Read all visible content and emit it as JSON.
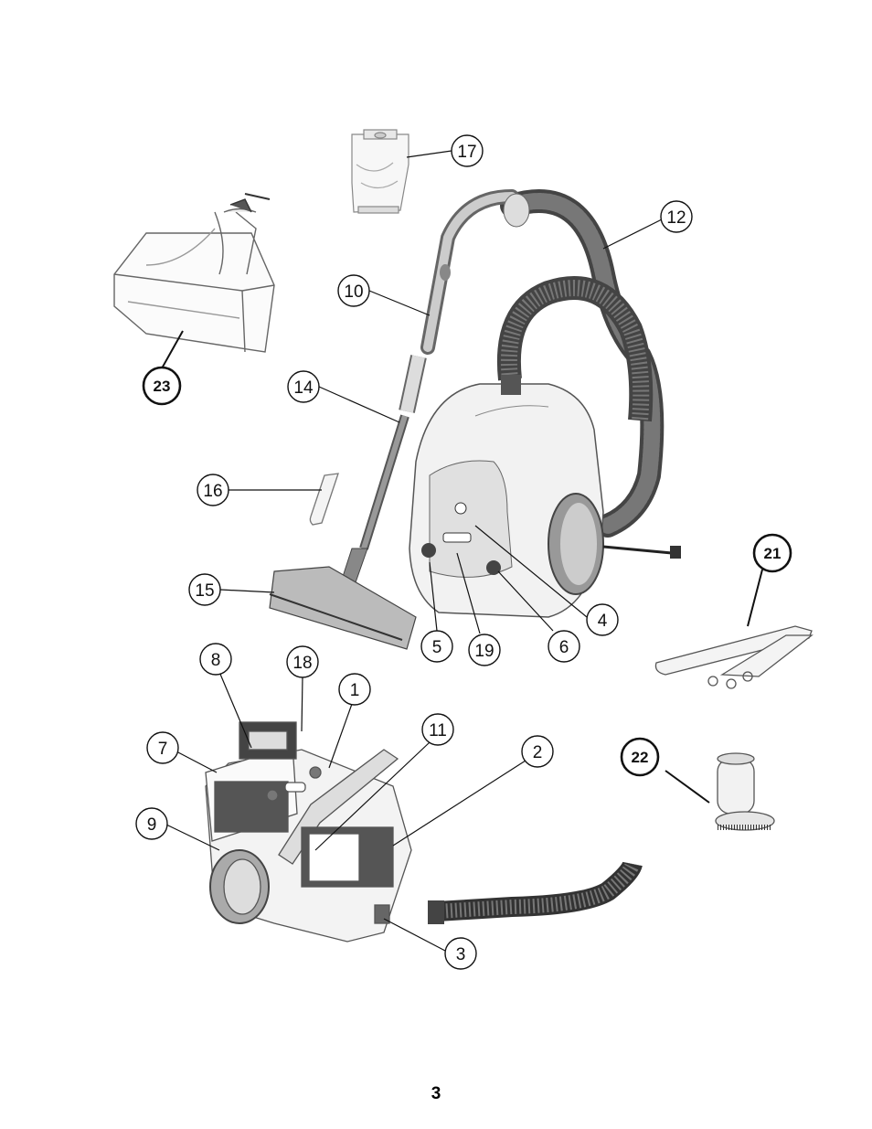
{
  "callouts": {
    "c1": "1",
    "c2": "2",
    "c3": "3",
    "c4": "4",
    "c5": "5",
    "c6": "6",
    "c7": "7",
    "c8": "8",
    "c9": "9",
    "c10": "10",
    "c11": "11",
    "c12": "12",
    "c14": "14",
    "c15": "15",
    "c16": "16",
    "c17": "17",
    "c18": "18",
    "c19": "19",
    "c21": "21",
    "c22": "22",
    "c23": "23"
  },
  "page_number": "3",
  "icons": [
    "vacuum-cleaner-assembled-icon",
    "vacuum-body-open-icon",
    "flexible-hose-icon",
    "turbo-brush-icon",
    "dust-bag-icon",
    "crevice-tool-icon",
    "floor-brush-icon",
    "shoulder-strap-icon",
    "dusting-brush-icon"
  ]
}
